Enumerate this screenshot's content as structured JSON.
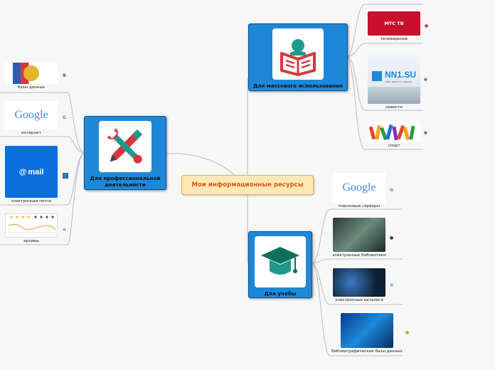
{
  "central": {
    "label": "Мои информационные ресурсы"
  },
  "branches": {
    "mass": {
      "label": "Для массового использования"
    },
    "pro": {
      "label": "Для профессиональной деятельности"
    },
    "study": {
      "label": "Для учебы"
    }
  },
  "mass_items": [
    {
      "label": "телевидение",
      "image_text": "МТС ТВ"
    },
    {
      "label": "новости",
      "image_text": "NN1.SU",
      "image_subtext": "сайт вашего города"
    },
    {
      "label": "спорт"
    }
  ],
  "pro_items": [
    {
      "label": "базы данных"
    },
    {
      "label": "интернет",
      "image_text": "Google"
    },
    {
      "label": "электронная почта",
      "image_text": "mail"
    },
    {
      "label": "архивы"
    }
  ],
  "study_items": [
    {
      "label": "поисковые серверы",
      "image_text": "Google"
    },
    {
      "label": "электронные библиотеки"
    },
    {
      "label": "электронные каталоги"
    },
    {
      "label": "библиографические базы данных"
    }
  ],
  "colors": {
    "node": "#1e88d8",
    "central_bg": "#fde9b8",
    "central_text": "#e45a12",
    "line": "#b5bcc7"
  }
}
